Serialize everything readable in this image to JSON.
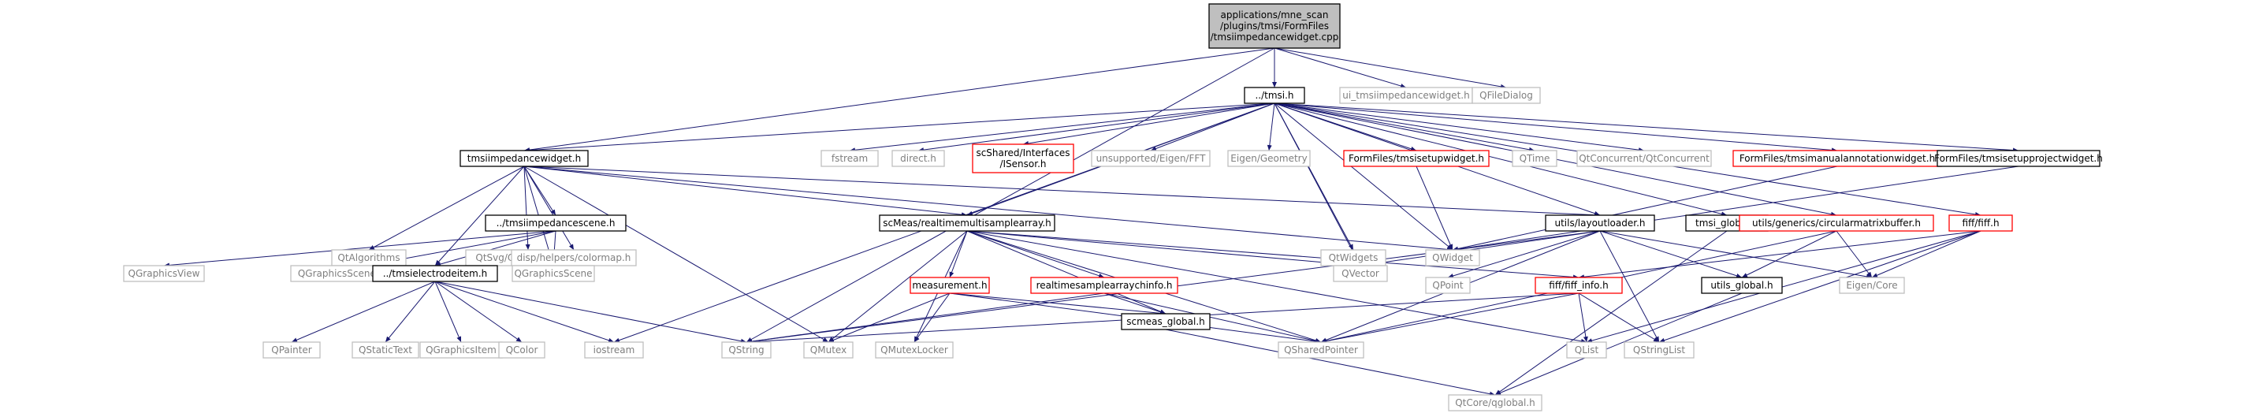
{
  "nodes": {
    "root": {
      "label": [
        "applications/mne_scan",
        "/plugins/tmsi/FormFiles",
        "/tmsiimpedancewidget.cpp"
      ],
      "style": "root"
    },
    "tmsi_h": {
      "label": [
        "../tmsi.h"
      ],
      "style": "normal"
    },
    "ui_tmsiimpedancewidget_h": {
      "label": [
        "ui_tmsiimpedancewidget.h"
      ],
      "style": "gray"
    },
    "qfiledialog": {
      "label": [
        "QFileDialog"
      ],
      "style": "gray"
    },
    "tmsiimpedancewidget_h": {
      "label": [
        "tmsiimpedancewidget.h"
      ],
      "style": "normal"
    },
    "fstream": {
      "label": [
        "fstream"
      ],
      "style": "gray"
    },
    "direct_h": {
      "label": [
        "direct.h"
      ],
      "style": "gray"
    },
    "isensor_h": {
      "label": [
        "scShared/Interfaces",
        "/ISensor.h"
      ],
      "style": "red"
    },
    "eigen_fft": {
      "label": [
        "unsupported/Eigen/FFT"
      ],
      "style": "gray"
    },
    "eigen_geometry": {
      "label": [
        "Eigen/Geometry"
      ],
      "style": "gray"
    },
    "tmsisetupwidget_h": {
      "label": [
        "FormFiles/tmsisetupwidget.h"
      ],
      "style": "red"
    },
    "qtime": {
      "label": [
        "QTime"
      ],
      "style": "gray"
    },
    "qtconcurrent": {
      "label": [
        "QtConcurrent/QtConcurrent"
      ],
      "style": "gray"
    },
    "tmsimanualannotationwidget_h": {
      "label": [
        "FormFiles/tmsimanualannotationwidget.h"
      ],
      "style": "red"
    },
    "tmsisetupprojectwidget_h": {
      "label": [
        "FormFiles/tmsisetupprojectwidget.h"
      ],
      "style": "normal"
    },
    "qtalgorithms": {
      "label": [
        "QtAlgorithms"
      ],
      "style": "gray"
    },
    "qsvggenerator": {
      "label": [
        "QtSvg/QSvgGenerator"
      ],
      "style": "gray"
    },
    "tmsiimpedancescene_h": {
      "label": [
        "../tmsiimpedancescene.h"
      ],
      "style": "normal"
    },
    "colormap_h": {
      "label": [
        "disp/helpers/colormap.h"
      ],
      "style": "gray"
    },
    "realtimemultisamplearray_h": {
      "label": [
        "scMeas/realtimemultisamplearray.h"
      ],
      "style": "normal"
    },
    "qtwidgets": {
      "label": [
        "QtWidgets"
      ],
      "style": "gray"
    },
    "qwidget": {
      "label": [
        "QWidget"
      ],
      "style": "gray"
    },
    "layoutloader_h": {
      "label": [
        "utils/layoutloader.h"
      ],
      "style": "normal"
    },
    "tmsi_global_h": {
      "label": [
        "tmsi_global.h"
      ],
      "style": "normal"
    },
    "circularmatrixbuffer_h": {
      "label": [
        "utils/generics/circularmatrixbuffer.h"
      ],
      "style": "red"
    },
    "fiff_h": {
      "label": [
        "fiff/fiff.h"
      ],
      "style": "red"
    },
    "qgraphicsview": {
      "label": [
        "QGraphicsView"
      ],
      "style": "gray"
    },
    "qgraphicssceneevent": {
      "label": [
        "QGraphicsSceneMouseEvent"
      ],
      "style": "gray"
    },
    "tmsielectrodeitem_h": {
      "label": [
        "../tmsielectrodeitem.h"
      ],
      "style": "normal"
    },
    "qgraphicsscene": {
      "label": [
        "QGraphicsScene"
      ],
      "style": "gray"
    },
    "measurement_h": {
      "label": [
        "measurement.h"
      ],
      "style": "red"
    },
    "realtimesamplearraychinfo_h": {
      "label": [
        "realtimesamplearraychinfo.h"
      ],
      "style": "red"
    },
    "qvector": {
      "label": [
        "QVector"
      ],
      "style": "gray"
    },
    "qpoint": {
      "label": [
        "QPoint"
      ],
      "style": "gray"
    },
    "fiff_info_h": {
      "label": [
        "fiff/fiff_info.h"
      ],
      "style": "red"
    },
    "utils_global_h": {
      "label": [
        "utils_global.h"
      ],
      "style": "normal"
    },
    "eigen_core": {
      "label": [
        "Eigen/Core"
      ],
      "style": "gray"
    },
    "qpainter": {
      "label": [
        "QPainter"
      ],
      "style": "gray"
    },
    "qstatictext": {
      "label": [
        "QStaticText"
      ],
      "style": "gray"
    },
    "qgraphicsitem": {
      "label": [
        "QGraphicsItem"
      ],
      "style": "gray"
    },
    "qcolor": {
      "label": [
        "QColor"
      ],
      "style": "gray"
    },
    "iostream": {
      "label": [
        "iostream"
      ],
      "style": "gray"
    },
    "qstring": {
      "label": [
        "QString"
      ],
      "style": "gray"
    },
    "qmutex": {
      "label": [
        "QMutex"
      ],
      "style": "gray"
    },
    "qmutexlocker": {
      "label": [
        "QMutexLocker"
      ],
      "style": "gray"
    },
    "scmeas_global_h": {
      "label": [
        "scmeas_global.h"
      ],
      "style": "normal"
    },
    "qsharedpointer": {
      "label": [
        "QSharedPointer"
      ],
      "style": "gray"
    },
    "qlist": {
      "label": [
        "QList"
      ],
      "style": "gray"
    },
    "qstringlist": {
      "label": [
        "QStringList"
      ],
      "style": "gray"
    },
    "qglobal_h": {
      "label": [
        "QtCore/qglobal.h"
      ],
      "style": "gray"
    }
  },
  "edges": [
    [
      "root",
      "tmsi_h"
    ],
    [
      "root",
      "ui_tmsiimpedancewidget_h"
    ],
    [
      "root",
      "qfiledialog"
    ],
    [
      "root",
      "tmsiimpedancewidget_h"
    ],
    [
      "root",
      "qstring"
    ],
    [
      "tmsi_h",
      "fstream"
    ],
    [
      "tmsi_h",
      "direct_h"
    ],
    [
      "tmsi_h",
      "isensor_h"
    ],
    [
      "tmsi_h",
      "eigen_fft"
    ],
    [
      "tmsi_h",
      "eigen_geometry"
    ],
    [
      "tmsi_h",
      "tmsisetupwidget_h"
    ],
    [
      "tmsi_h",
      "qtime"
    ],
    [
      "tmsi_h",
      "qtconcurrent"
    ],
    [
      "tmsi_h",
      "tmsimanualannotationwidget_h"
    ],
    [
      "tmsi_h",
      "tmsisetupprojectwidget_h"
    ],
    [
      "tmsi_h",
      "tmsiimpedancewidget_h"
    ],
    [
      "tmsi_h",
      "realtimemultisamplearray_h"
    ],
    [
      "tmsi_h",
      "qtwidgets"
    ],
    [
      "tmsi_h",
      "layoutloader_h"
    ],
    [
      "tmsi_h",
      "tmsi_global_h"
    ],
    [
      "tmsi_h",
      "circularmatrixbuffer_h"
    ],
    [
      "tmsi_h",
      "fiff_h"
    ],
    [
      "tmsi_h",
      "iostream"
    ],
    [
      "tmsi_h",
      "qvector"
    ],
    [
      "tmsi_h",
      "qwidget"
    ],
    [
      "tmsiimpedancewidget_h",
      "qtalgorithms"
    ],
    [
      "tmsiimpedancewidget_h",
      "qsvggenerator"
    ],
    [
      "tmsiimpedancewidget_h",
      "tmsiimpedancescene_h"
    ],
    [
      "tmsiimpedancewidget_h",
      "colormap_h"
    ],
    [
      "tmsiimpedancewidget_h",
      "realtimemultisamplearray_h"
    ],
    [
      "tmsiimpedancewidget_h",
      "qwidget"
    ],
    [
      "tmsiimpedancewidget_h",
      "tmsielectrodeitem_h"
    ],
    [
      "tmsiimpedancewidget_h",
      "qgraphicsscene"
    ],
    [
      "tmsiimpedancewidget_h",
      "qmutex"
    ],
    [
      "tmsiimpedancewidget_h",
      "layoutloader_h"
    ],
    [
      "tmsisetupwidget_h",
      "qwidget"
    ],
    [
      "tmsisetupprojectwidget_h",
      "qwidget"
    ],
    [
      "tmsimanualannotationwidget_h",
      "qwidget"
    ],
    [
      "tmsiimpedancescene_h",
      "qgraphicsview"
    ],
    [
      "tmsiimpedancescene_h",
      "qgraphicssceneevent"
    ],
    [
      "tmsiimpedancescene_h",
      "tmsielectrodeitem_h"
    ],
    [
      "tmsiimpedancescene_h",
      "qgraphicsscene"
    ],
    [
      "tmsielectrodeitem_h",
      "qpainter"
    ],
    [
      "tmsielectrodeitem_h",
      "qstatictext"
    ],
    [
      "tmsielectrodeitem_h",
      "qgraphicsitem"
    ],
    [
      "tmsielectrodeitem_h",
      "qcolor"
    ],
    [
      "tmsielectrodeitem_h",
      "iostream"
    ],
    [
      "tmsielectrodeitem_h",
      "qstring"
    ],
    [
      "realtimemultisamplearray_h",
      "measurement_h"
    ],
    [
      "realtimemultisamplearray_h",
      "realtimesamplearraychinfo_h"
    ],
    [
      "realtimemultisamplearray_h",
      "qvector"
    ],
    [
      "realtimemultisamplearray_h",
      "qmutex"
    ],
    [
      "realtimemultisamplearray_h",
      "qmutexlocker"
    ],
    [
      "realtimemultisamplearray_h",
      "scmeas_global_h"
    ],
    [
      "realtimemultisamplearray_h",
      "qsharedpointer"
    ],
    [
      "realtimemultisamplearray_h",
      "qlist"
    ],
    [
      "realtimemultisamplearray_h",
      "fiff_info_h"
    ],
    [
      "measurement_h",
      "qmutex"
    ],
    [
      "measurement_h",
      "qmutexlocker"
    ],
    [
      "measurement_h",
      "scmeas_global_h"
    ],
    [
      "measurement_h",
      "qsharedpointer"
    ],
    [
      "realtimesamplearraychinfo_h",
      "scmeas_global_h"
    ],
    [
      "realtimesamplearraychinfo_h",
      "qsharedpointer"
    ],
    [
      "realtimesamplearraychinfo_h",
      "qstring"
    ],
    [
      "scmeas_global_h",
      "qglobal_h"
    ],
    [
      "layoutloader_h",
      "qvector"
    ],
    [
      "layoutloader_h",
      "qpoint"
    ],
    [
      "layoutloader_h",
      "qstring"
    ],
    [
      "layoutloader_h",
      "qsharedpointer"
    ],
    [
      "layoutloader_h",
      "utils_global_h"
    ],
    [
      "layoutloader_h",
      "eigen_core"
    ],
    [
      "layoutloader_h",
      "qstringlist"
    ],
    [
      "tmsi_global_h",
      "qglobal_h"
    ],
    [
      "circularmatrixbuffer_h",
      "eigen_core"
    ],
    [
      "circularmatrixbuffer_h",
      "utils_global_h"
    ],
    [
      "circularmatrixbuffer_h",
      "qsharedpointer"
    ],
    [
      "fiff_h",
      "fiff_info_h"
    ],
    [
      "fiff_h",
      "eigen_core"
    ],
    [
      "fiff_h",
      "qlist"
    ],
    [
      "fiff_h",
      "qstringlist"
    ],
    [
      "fiff_info_h",
      "qsharedpointer"
    ],
    [
      "fiff_info_h",
      "qlist"
    ],
    [
      "fiff_info_h",
      "qstringlist"
    ],
    [
      "fiff_info_h",
      "qstring"
    ],
    [
      "utils_global_h",
      "qglobal_h"
    ]
  ],
  "colors": {
    "edge": "#191970",
    "normal_border": "#000000",
    "red_border": "#ff0000",
    "gray_border": "#bfbfbf",
    "gray_text": "#7f7f7f",
    "root_fill": "#bfbfbf"
  }
}
